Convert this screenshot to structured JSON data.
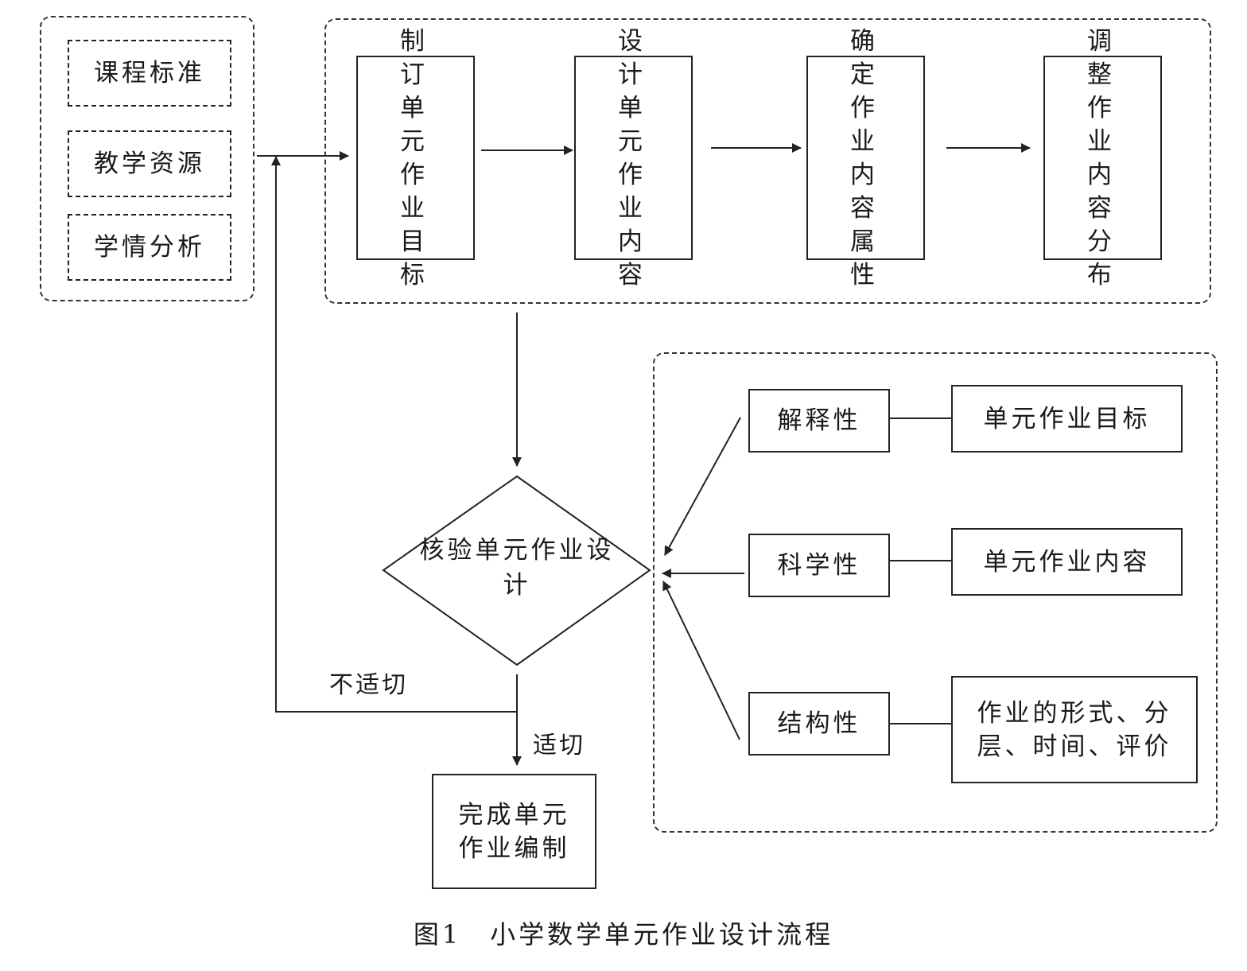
{
  "inputs": {
    "items": [
      "课程标准",
      "教学资源",
      "学情分析"
    ]
  },
  "process": {
    "steps": [
      "制订单元作业目标",
      "设计单元作业内容",
      "确定作业内容属性",
      "调整作业内容分布"
    ]
  },
  "decision": {
    "label": "核验单元作业设计",
    "no_label": "不适切",
    "yes_label": "适切"
  },
  "result": {
    "label": "完成单元作业编制"
  },
  "criteria": [
    {
      "name": "解释性",
      "target": "单元作业目标"
    },
    {
      "name": "科学性",
      "target": "单元作业内容"
    },
    {
      "name": "结构性",
      "target": "作业的形式、分层、时间、评价"
    }
  ],
  "caption": "图1　小学数学单元作业设计流程"
}
